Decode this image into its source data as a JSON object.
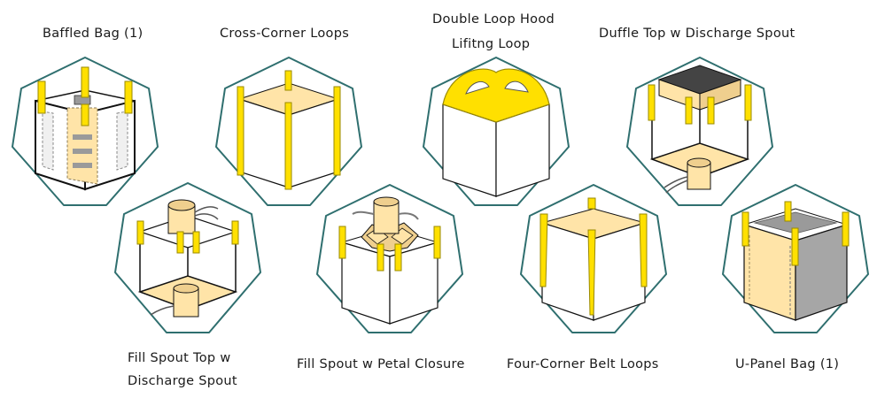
{
  "colors": {
    "frame": "#2f6f6f",
    "strap": "#ffe000",
    "strap_edge": "#9a8a00",
    "fabric": "#ffe4a8",
    "fabric_dark": "#efcf8e",
    "gray_panel": "#a6a6a6",
    "line": "#111111"
  },
  "labels": {
    "baffled": "Baffled Bag (1)",
    "cross_corner": "Cross-Corner Loops",
    "hood_line1": "Double Loop Hood",
    "hood_line2": "Lifitng Loop",
    "duffle": "Duffle Top w Discharge Spout",
    "fill_spout_line1": "Fill Spout Top w",
    "fill_spout_line2": "Discharge Spout",
    "petal": "Fill Spout w Petal Closure",
    "four_corner": "Four-Corner Belt  Loops",
    "u_panel": "U-Panel Bag (1)"
  }
}
